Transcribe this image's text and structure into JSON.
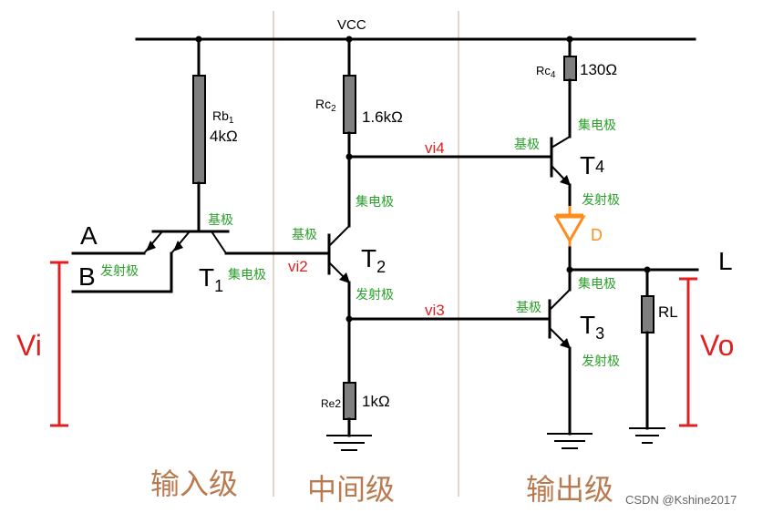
{
  "supply": {
    "label": "VCC"
  },
  "inputs": {
    "a": "A",
    "b": "B"
  },
  "output": {
    "label": "L"
  },
  "resistors": {
    "rb1": {
      "name": "Rb",
      "sub": "1",
      "value": "4kΩ"
    },
    "rc2": {
      "name": "Rc",
      "sub": "2",
      "value": "1.6kΩ"
    },
    "re2": {
      "name": "Re2",
      "value": "1kΩ"
    },
    "rc4": {
      "name": "Rc",
      "sub": "4",
      "value": "130Ω"
    },
    "rl": {
      "name": "RL"
    }
  },
  "transistors": {
    "t1": {
      "name": "T",
      "sub": "1"
    },
    "t2": {
      "name": "T",
      "sub": "2"
    },
    "t3": {
      "name": "T",
      "sub": "3"
    },
    "t4": {
      "name": "T",
      "sub": "4"
    }
  },
  "diode": {
    "label": "D"
  },
  "terminals": {
    "base": "基极",
    "emitter": "发射极",
    "collector": "集电极"
  },
  "signals": {
    "vi2": "vi2",
    "vi3": "vi3",
    "vi4": "vi4",
    "vi": "Vi",
    "vo": "Vo"
  },
  "stages": {
    "input": "输入级",
    "middle": "中间级",
    "output": "输出级"
  },
  "watermark": "CSDN @Kshine2017",
  "colors": {
    "stage": "#b97a50",
    "signal": "#e02020",
    "terminal": "#2aa02a",
    "diode": "#ff8c1a"
  }
}
